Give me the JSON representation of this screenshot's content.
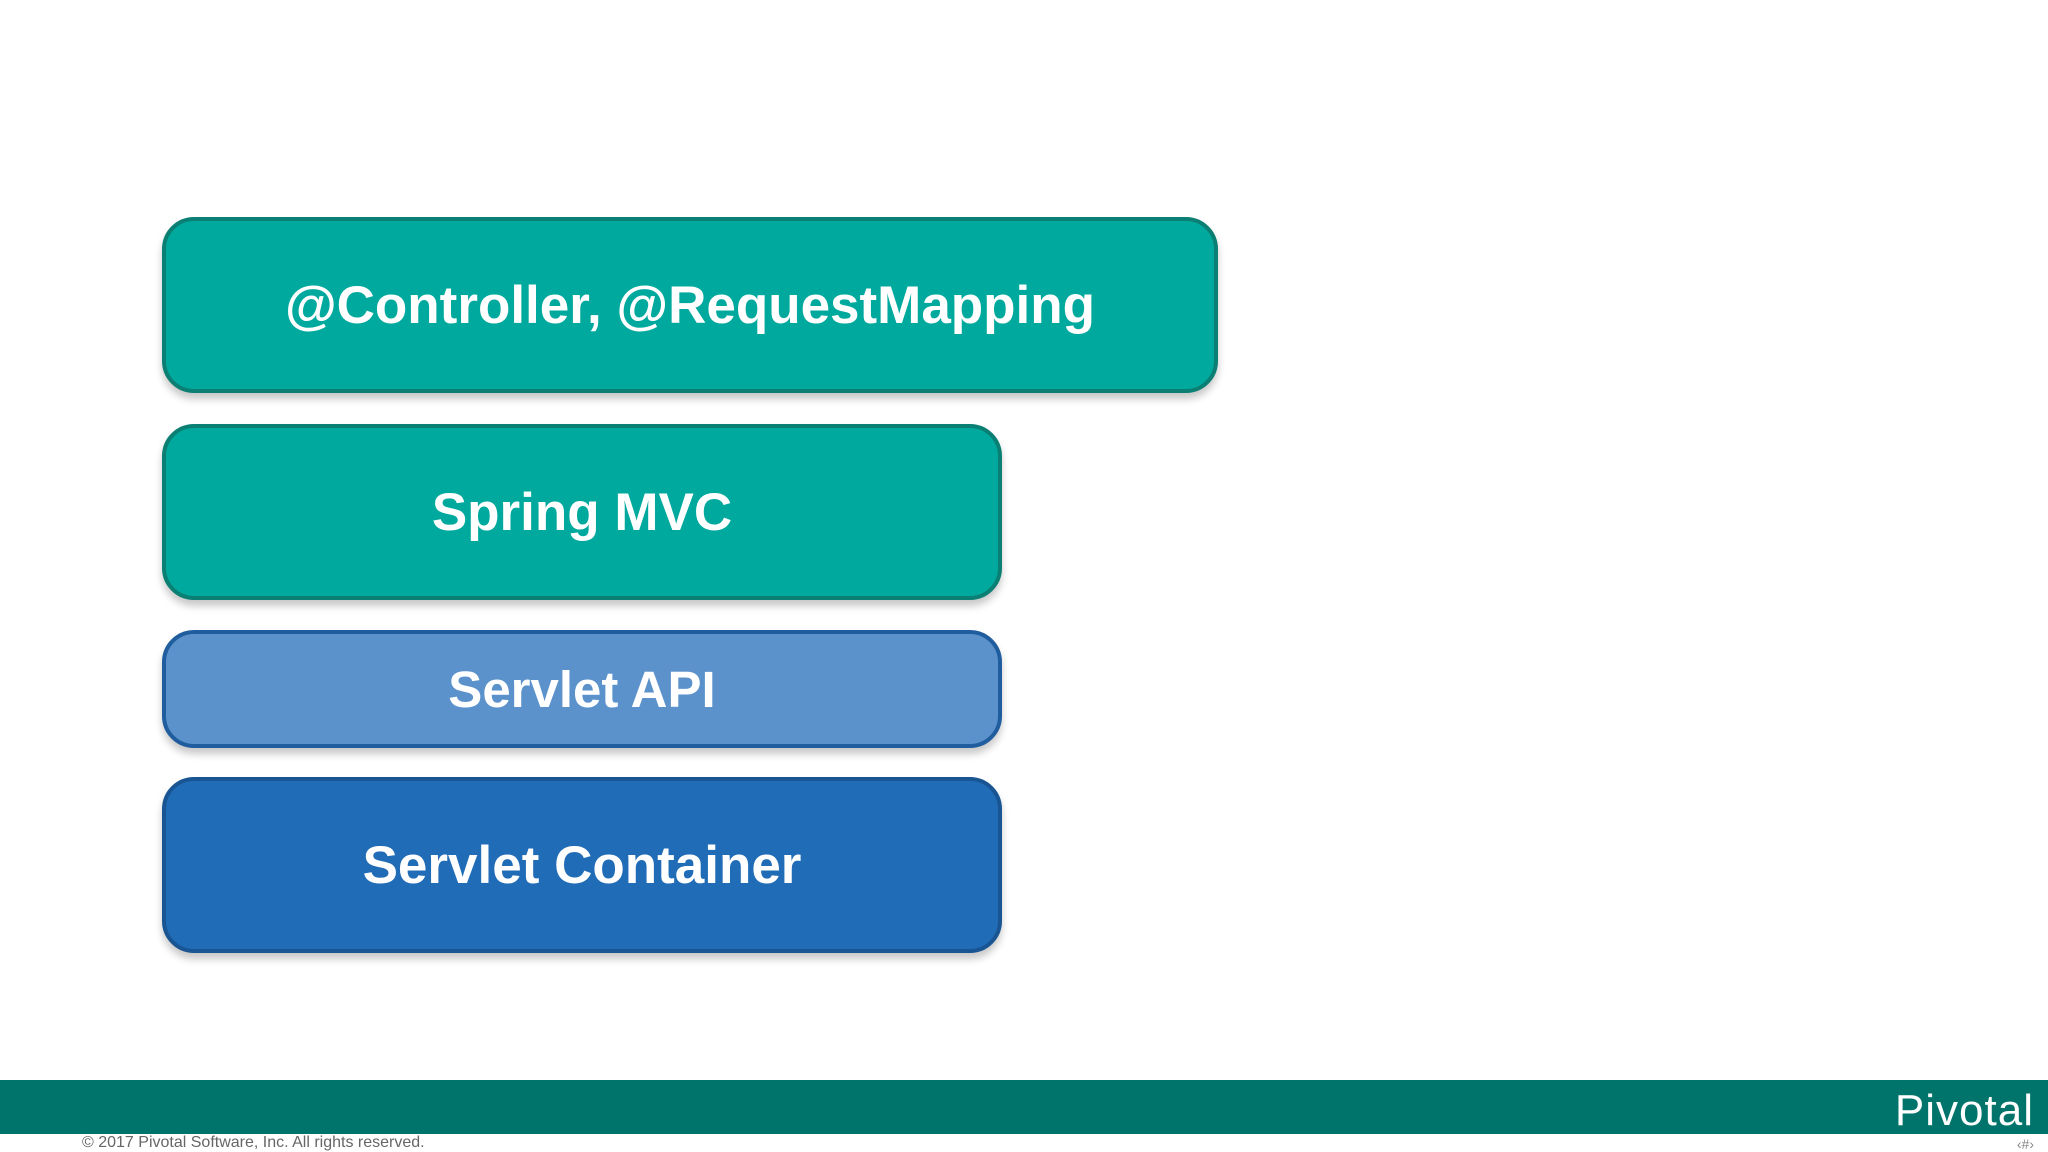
{
  "layers": [
    {
      "label": "@Controller, @RequestMapping",
      "color": "#00a99d"
    },
    {
      "label": "Spring MVC",
      "color": "#00a99d"
    },
    {
      "label": "Servlet API",
      "color": "#5b92cb"
    },
    {
      "label": "Servlet Container",
      "color": "#216cb6"
    }
  ],
  "footer": {
    "logo": "Pivotal",
    "copyright": "© 2017 Pivotal Software, Inc.  All rights reserved.",
    "page_number": "‹#›",
    "bar_color": "#00746b"
  }
}
